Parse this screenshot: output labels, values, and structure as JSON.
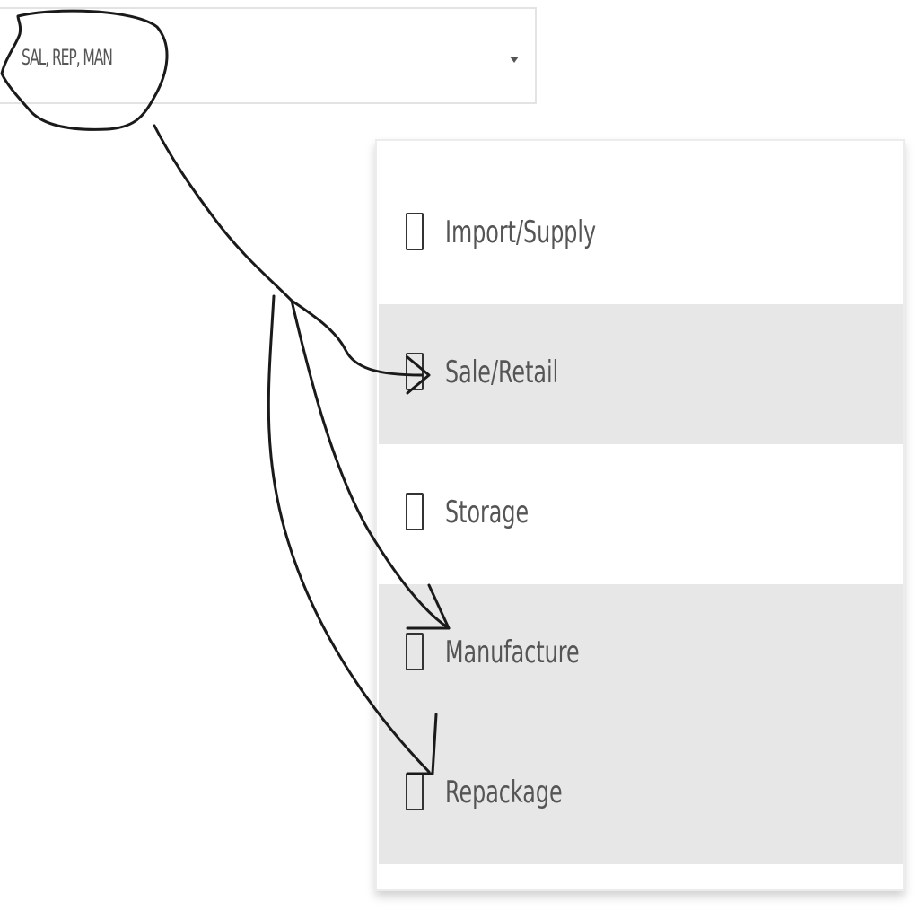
{
  "select": {
    "value": "SAL, REP, MAN",
    "arrow_icon": "caret-down-icon"
  },
  "options": [
    {
      "label": "Import/Supply",
      "checked": false
    },
    {
      "label": "Sale/Retail",
      "checked": false
    },
    {
      "label": "Storage",
      "checked": false
    },
    {
      "label": "Manufacture",
      "checked": false
    },
    {
      "label": "Repackage",
      "checked": false
    }
  ],
  "colors": {
    "text": "#555555",
    "option_alt_bg": "#e7e7e7",
    "annotation_ink": "#1a1a1a"
  }
}
